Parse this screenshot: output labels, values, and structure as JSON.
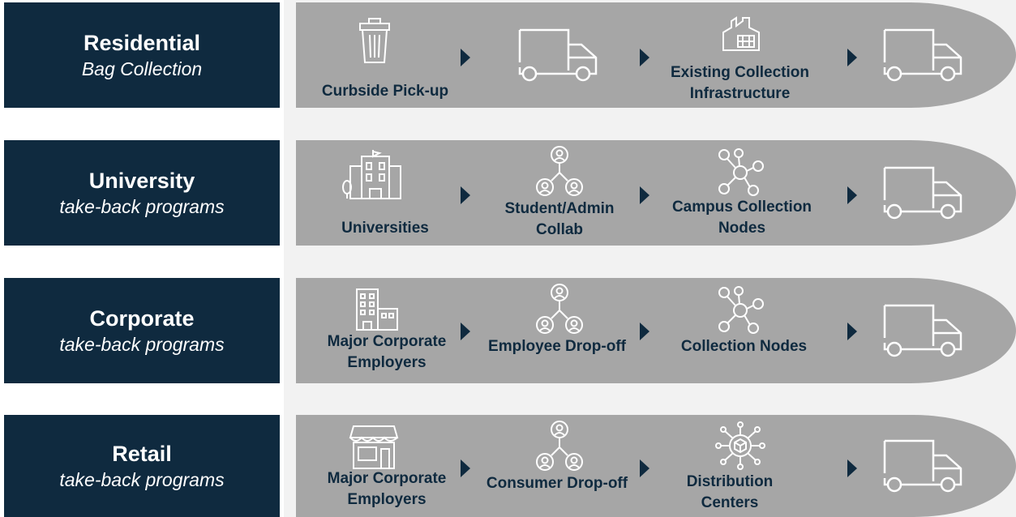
{
  "rows": [
    {
      "title": "Residential",
      "subtitle": "Bag Collection",
      "steps": [
        "Curbside Pick-up",
        "",
        "Existing Collection Infrastructure"
      ]
    },
    {
      "title": "University",
      "subtitle": "take-back programs",
      "steps": [
        "Universities",
        "Student/Admin Collab",
        "Campus Collection Nodes"
      ]
    },
    {
      "title": "Corporate",
      "subtitle": "take-back programs",
      "steps": [
        "Major Corporate Employers",
        "Employee Drop-off",
        "Collection Nodes"
      ]
    },
    {
      "title": "Retail",
      "subtitle": "take-back programs",
      "steps": [
        "Major Corporate Employers",
        "Consumer Drop-off",
        "Distribution Centers"
      ]
    }
  ],
  "icons": {
    "row0": [
      "trash-bin-icon",
      "truck-icon",
      "factory-icon",
      "truck-icon"
    ],
    "row1": [
      "university-building-icon",
      "people-network-icon",
      "node-network-icon",
      "truck-icon"
    ],
    "row2": [
      "office-building-icon",
      "people-network-icon",
      "node-network-icon",
      "truck-icon"
    ],
    "row3": [
      "storefront-icon",
      "people-network-icon",
      "distribution-hub-icon",
      "truck-icon"
    ]
  },
  "colors": {
    "label_bg": "#0f2a3f",
    "band_bg": "#a6a6a6",
    "icon_stroke": "#ffffff",
    "step_text": "#0f2a3f"
  }
}
